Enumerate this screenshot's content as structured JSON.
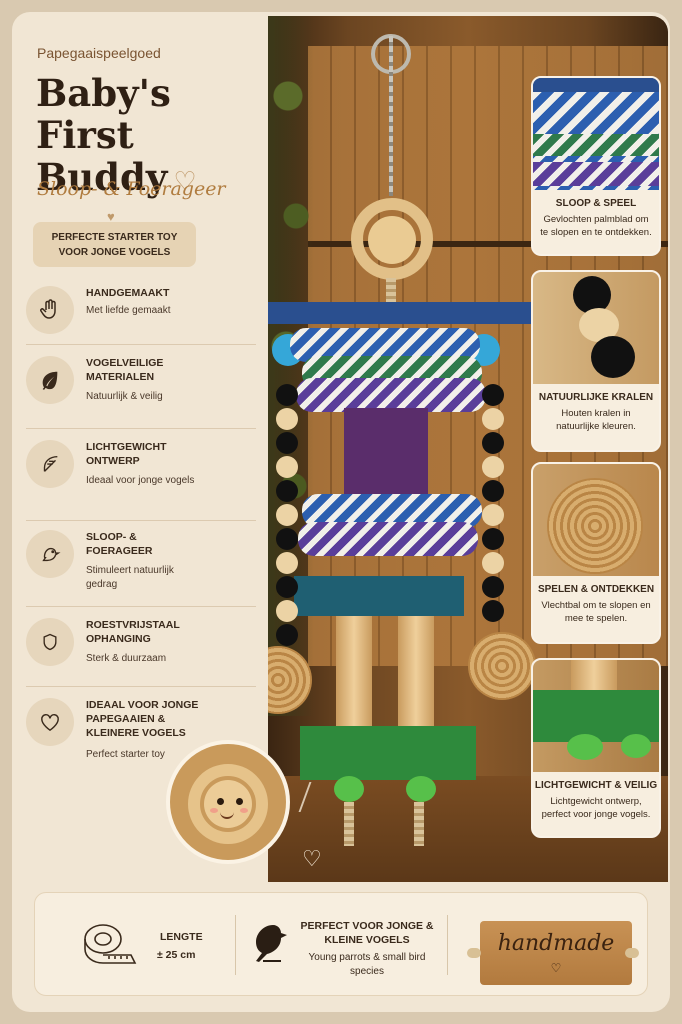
{
  "brand": "Papegaaispeelgoed",
  "title": "Baby's First Buddy",
  "title_heart": "♡",
  "subtitle": "Sloop- & Foerageer",
  "starter": {
    "heart": "♥",
    "line1": "PERFECTE STARTER TOY",
    "line2": "VOOR JONGE VOGELS"
  },
  "features": [
    {
      "icon": "hand-icon",
      "title": "HANDGEMAAKT",
      "desc": "Met liefde gemaakt"
    },
    {
      "icon": "leaf-icon",
      "title": "VOGELVEILIGE MATERIALEN",
      "desc": "Natuurlijk & veilig"
    },
    {
      "icon": "feather-icon",
      "title": "LICHTGEWICHT ONTWERP",
      "desc": "Ideaal voor jonge vogels"
    },
    {
      "icon": "bird-icon",
      "title": "SLOOP- & FOERAGEER",
      "desc": "Stimuleert natuurlijk gedrag"
    },
    {
      "icon": "shield-icon",
      "title": "ROESTVRIJSTAAL OPHANGING",
      "desc": "Sterk & duurzaam"
    },
    {
      "icon": "heart-icon",
      "title": "IDEAAL VOOR JONGE PAPEGAAIEN & KLEINERE VOGELS",
      "desc": "Perfect starter toy"
    }
  ],
  "cards": [
    {
      "title": "SLOOP & SPEEL",
      "desc": "Gevlochten palmblad om te slopen en te ontdekken."
    },
    {
      "title": "NATUURLIJKE KRALEN",
      "desc": "Houten kralen in natuurlijke kleuren."
    },
    {
      "title": "SPELEN & ONTDEKKEN",
      "desc": "Vlechtbal om te slopen en mee te spelen."
    },
    {
      "title": "LICHTGEWICHT & VEILIG",
      "desc": "Lichtgewicht ontwerp, perfect voor jonge vogels."
    }
  ],
  "bottom": {
    "length_label": "LENGTE",
    "length_value": "± 25 cm",
    "for_title": "PERFECT VOOR JONGE & KLEINE VOGELS",
    "for_sub": "Young parrots & small bird species",
    "tag_text": "handmade",
    "tag_heart": "♡"
  },
  "colors": {
    "background": "#f1e6d4",
    "accent": "#b07c3f",
    "text": "#2f2014"
  }
}
